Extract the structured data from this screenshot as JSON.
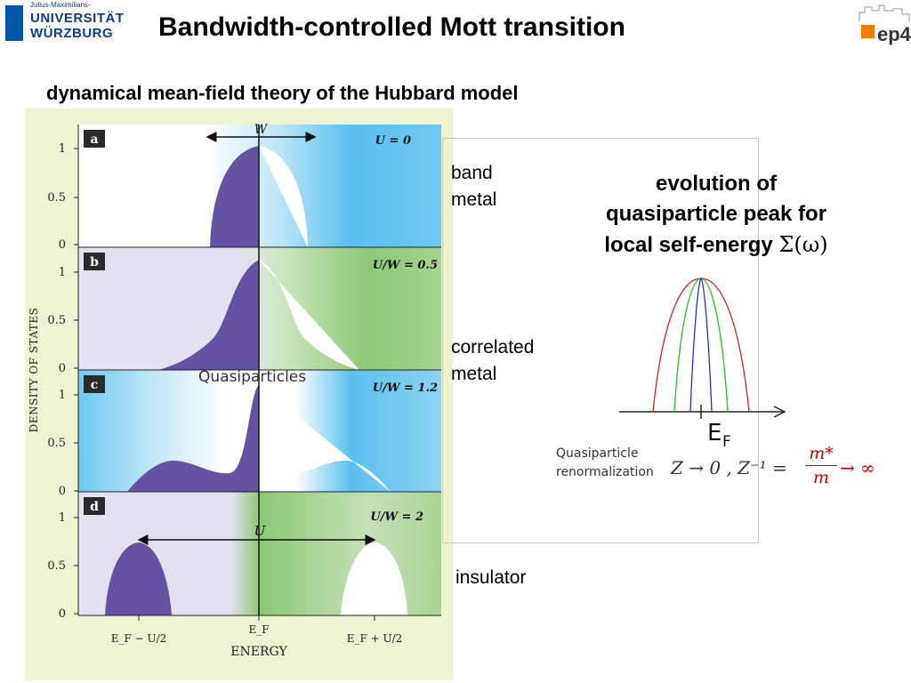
{
  "header": {
    "logo_small": "Julius-Maximilians-",
    "logo_line1": "UNIVERSITÄT",
    "logo_line2": "WÜRZBURG",
    "title": "Bandwidth-controlled Mott transition",
    "ep4_label": "ep4",
    "colors": {
      "uni_blue": "#0057a6",
      "ep4_orange": "#f07d00"
    }
  },
  "subtitle": "dynamical mean-field theory of the Hubbard model",
  "figure": {
    "ylabel": "DENSITY OF STATES",
    "xlabel": "ENERGY",
    "y_ticks": [
      "1",
      "0.5",
      "0"
    ],
    "x_ticks": [
      "E_F − U/2",
      "E_F",
      "E_F + U/2"
    ],
    "panels": [
      {
        "letter": "a",
        "param": "U = 0",
        "arrow_label": "W",
        "extra_label": ""
      },
      {
        "letter": "b",
        "param": "U/W = 0.5",
        "arrow_label": "",
        "extra_label": ""
      },
      {
        "letter": "c",
        "param": "U/W = 1.2",
        "arrow_label": "",
        "extra_label": "Quasiparticles"
      },
      {
        "letter": "d",
        "param": "U/W = 2",
        "arrow_label": "U",
        "extra_label": ""
      }
    ],
    "colors": {
      "filled": "#6652a3",
      "blue_bg": "#5bc0ef",
      "green_bg": "#8cc876",
      "lavender_bg": "#e4e2f0",
      "paper_bg": "#eef3d2"
    }
  },
  "side_labels": {
    "band_metal": [
      "band",
      "metal"
    ],
    "correlated_metal": [
      "correlated",
      "metal"
    ],
    "insulator": "insulator"
  },
  "evolution": {
    "line1": "evolution of",
    "line2": "quasiparticle peak for",
    "line3": "local self-energy",
    "sigma": "Σ(ω)"
  },
  "peak_plot": {
    "axis_label_main": "E",
    "axis_label_sub": "F",
    "curve_colors": [
      "#e02020",
      "#22c322",
      "#2030d0"
    ]
  },
  "renormalization": {
    "label_line1": "Quasiparticle",
    "label_line2": "renormalization",
    "formula": "Z → 0 , Z⁻¹ =",
    "frac_num": "m*",
    "frac_den": "m",
    "tail": "→ ∞"
  }
}
